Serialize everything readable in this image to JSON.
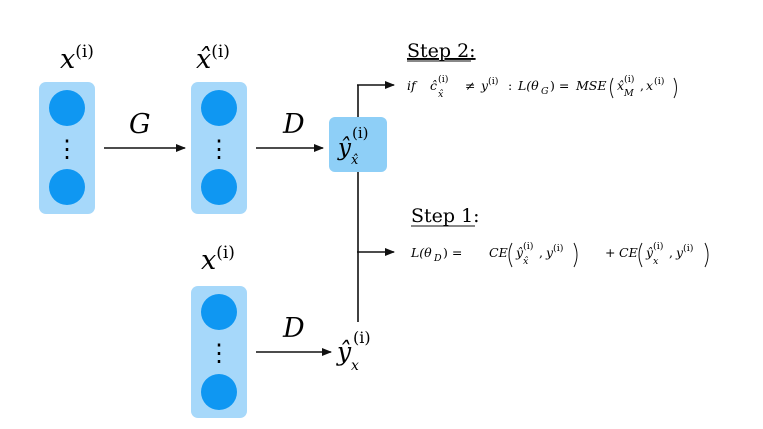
{
  "colors": {
    "vector_box": "#a6d8fa",
    "node": "#0f97f2",
    "output_box": "#8ecff7",
    "line": "#111111"
  },
  "vectors": {
    "real_top": {
      "label": "x",
      "sup": "(i)"
    },
    "generated": {
      "label": "x̂",
      "sup": "(i)"
    },
    "real_bottom": {
      "label": "x",
      "sup": "(i)"
    },
    "dots": "⋮"
  },
  "operators": {
    "G": "G",
    "D_top": "D",
    "D_bottom": "D"
  },
  "outputs": {
    "fake": {
      "label": "ŷ",
      "sup": "(i)",
      "sub": "x̂"
    },
    "real": {
      "label": "ŷ",
      "sup": "(i)",
      "sub": "x"
    }
  },
  "step2": {
    "title": "Step 2:",
    "if": "if",
    "c": "ĉ",
    "c_sup": "(i)",
    "c_sub": "x̂",
    "neq": "≠",
    "y": "y",
    "y_sup": "(i)",
    "colon": ":",
    "loss": "L(θ",
    "loss_sub": "G",
    "loss_close": ") =",
    "mse": "MSE",
    "arg1": "x̂",
    "arg1_sup": "(i)",
    "arg1_sub": "M",
    "comma": ",",
    "arg2": "x",
    "arg2_sup": "(i)"
  },
  "step1": {
    "title": "Step 1:",
    "loss": "L(θ",
    "loss_sub": "D",
    "loss_close": ") =",
    "ce1": "CE",
    "y1": "ŷ",
    "y1_sup": "(i)",
    "y1_sub": "x̂",
    "comma": ",",
    "t1": "y",
    "t1_sup": "(i)",
    "plus": "+",
    "ce2": "CE",
    "y2": "ŷ",
    "y2_sup": "(i)",
    "y2_sub": "x",
    "t2": "y",
    "t2_sup": "(i)"
  }
}
